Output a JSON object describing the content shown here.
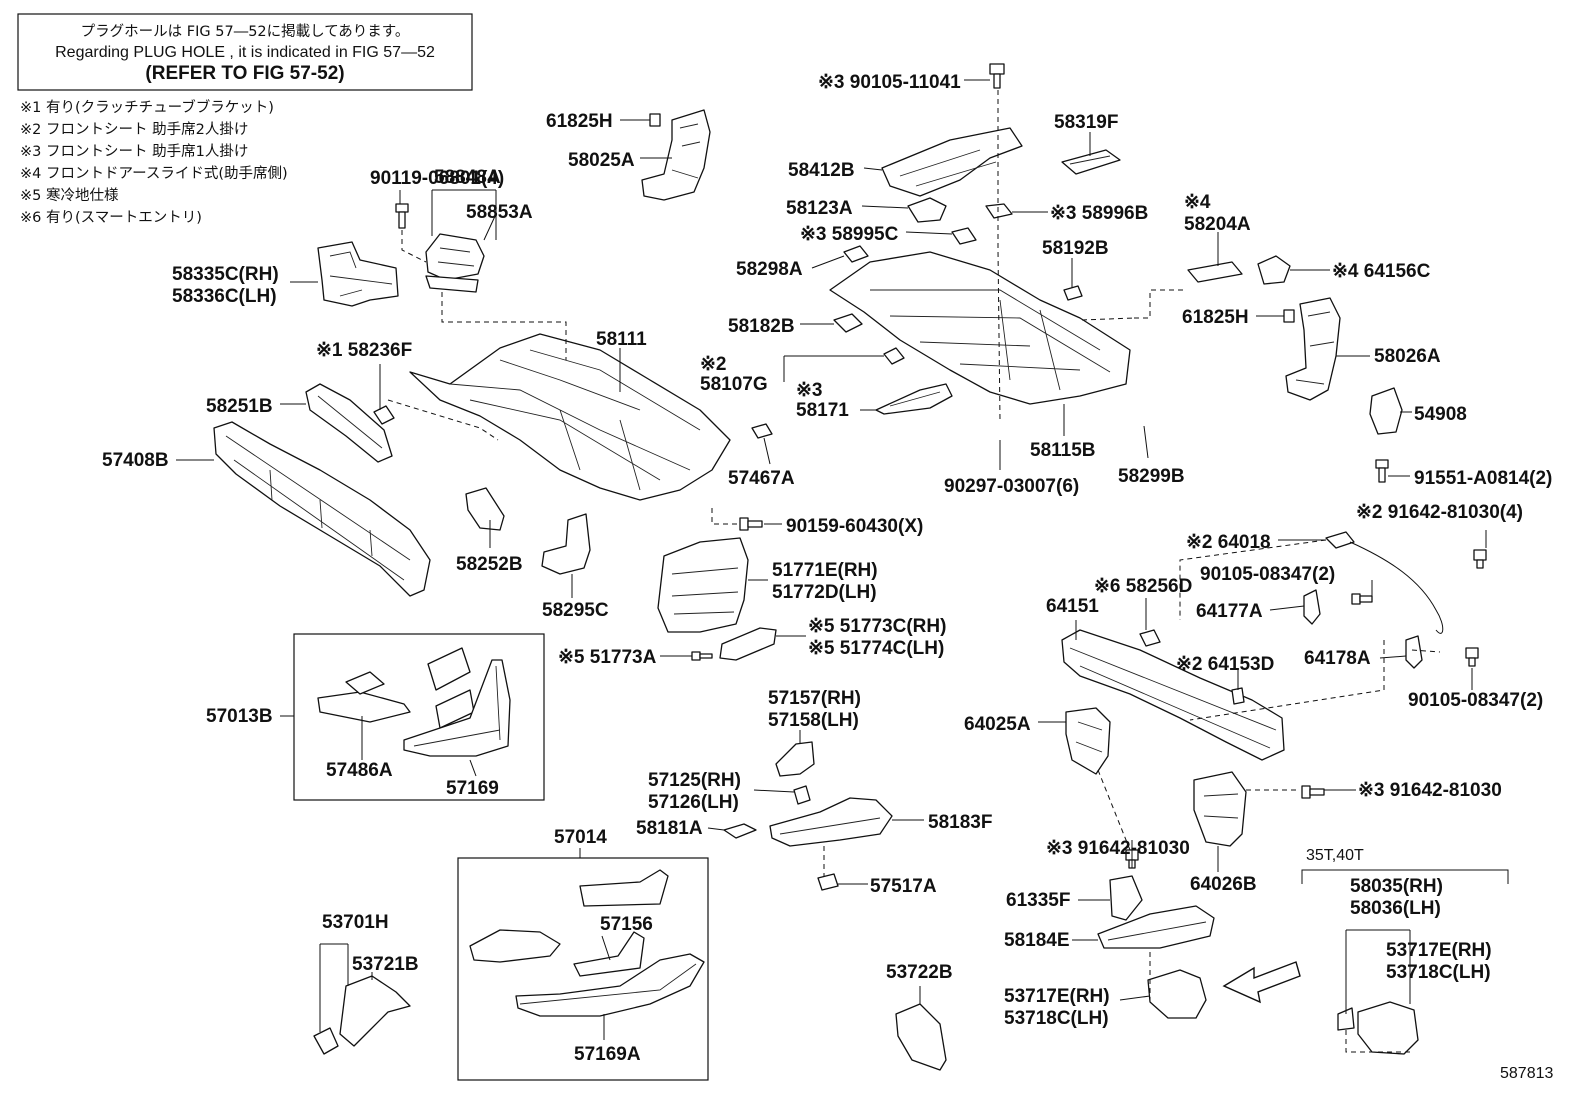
{
  "notice": {
    "line1": "プラグホールは FIG 57―52に掲載してあります。",
    "line2": "Regarding PLUG HOLE , it is indicated in FIG 57―52",
    "line3": "(REFER TO FIG 57-52)"
  },
  "footnotes": [
    "※1 有り(クラッチチューブブラケット)",
    "※2 フロントシート 助手席2人掛け",
    "※3 フロントシート 助手席1人掛け",
    "※4 フロントドアースライド式(助手席側)",
    "※5 寒冷地仕様",
    "※6 有り(スマートエントリ)"
  ],
  "figure_id": "587813",
  "group_label_35t": "35T,40T",
  "labels": {
    "p90119": "90119-06801(4)",
    "p58848A": "58848A",
    "p58853A": "58853A",
    "p58335C": "58335C(RH)",
    "p58336C": "58336C(LH)",
    "p61825H_a": "61825H",
    "p58025A": "58025A",
    "p90105_11041": "※3 90105-11041",
    "p58319F": "58319F",
    "p58412B": "58412B",
    "p58123A": "58123A",
    "p58996B": "※3 58996B",
    "p58995C": "※3 58995C",
    "p58192B": "58192B",
    "p58204A_note": "※4",
    "p58204A": "58204A",
    "p64156C": "※4 64156C",
    "p58298A": "58298A",
    "p58182B": "58182B",
    "p61825H_b": "61825H",
    "p58026A": "58026A",
    "p58236F": "※1 58236F",
    "p58111": "58111",
    "p58107G_note": "※2",
    "p58107G": "58107G",
    "p58171_note": "※3",
    "p58171": "58171",
    "p54908": "54908",
    "p58251B": "58251B",
    "p57408B": "57408B",
    "p57467A": "57467A",
    "p58115B": "58115B",
    "p90297": "90297-03007(6)",
    "p58299B": "58299B",
    "p91551": "91551-A0814(2)",
    "p90159": "90159-60430(X)",
    "p91642_4": "※2 91642-81030(4)",
    "p64018": "※2 64018",
    "p58252B": "58252B",
    "p51771E": "51771E(RH)",
    "p51772D": "51772D(LH)",
    "p90105_08347_a": "90105-08347(2)",
    "p58256D": "※6 58256D",
    "p64151": "64151",
    "p64177A": "64177A",
    "p58295C": "58295C",
    "p51773C": "※5 51773C(RH)",
    "p51774C": "※5 51774C(LH)",
    "p51773A": "※5 51773A",
    "p64178A": "64178A",
    "p64153D": "※2 64153D",
    "p90105_08347_b": "90105-08347(2)",
    "p57013B": "57013B",
    "p57157": "57157(RH)",
    "p57158": "57158(LH)",
    "p64025A": "64025A",
    "p57486A": "57486A",
    "p57169": "57169",
    "p57125": "57125(RH)",
    "p57126": "57126(LH)",
    "p91642_b": "※3 91642-81030",
    "p58181A": "58181A",
    "p58183F": "58183F",
    "p91642_c": "※3 91642-81030",
    "p57014": "57014",
    "p64026B": "64026B",
    "p57517A": "57517A",
    "p58035": "58035(RH)",
    "p58036": "58036(LH)",
    "p61335F": "61335F",
    "p53701H": "53701H",
    "p57156": "57156",
    "p58184E": "58184E",
    "p53717E_a": "53717E(RH)",
    "p53718C_a": "53718C(LH)",
    "p53721B": "53721B",
    "p53722B": "53722B",
    "p53717E_b": "53717E(RH)",
    "p53718C_b": "53718C(LH)",
    "p57169A": "57169A"
  }
}
